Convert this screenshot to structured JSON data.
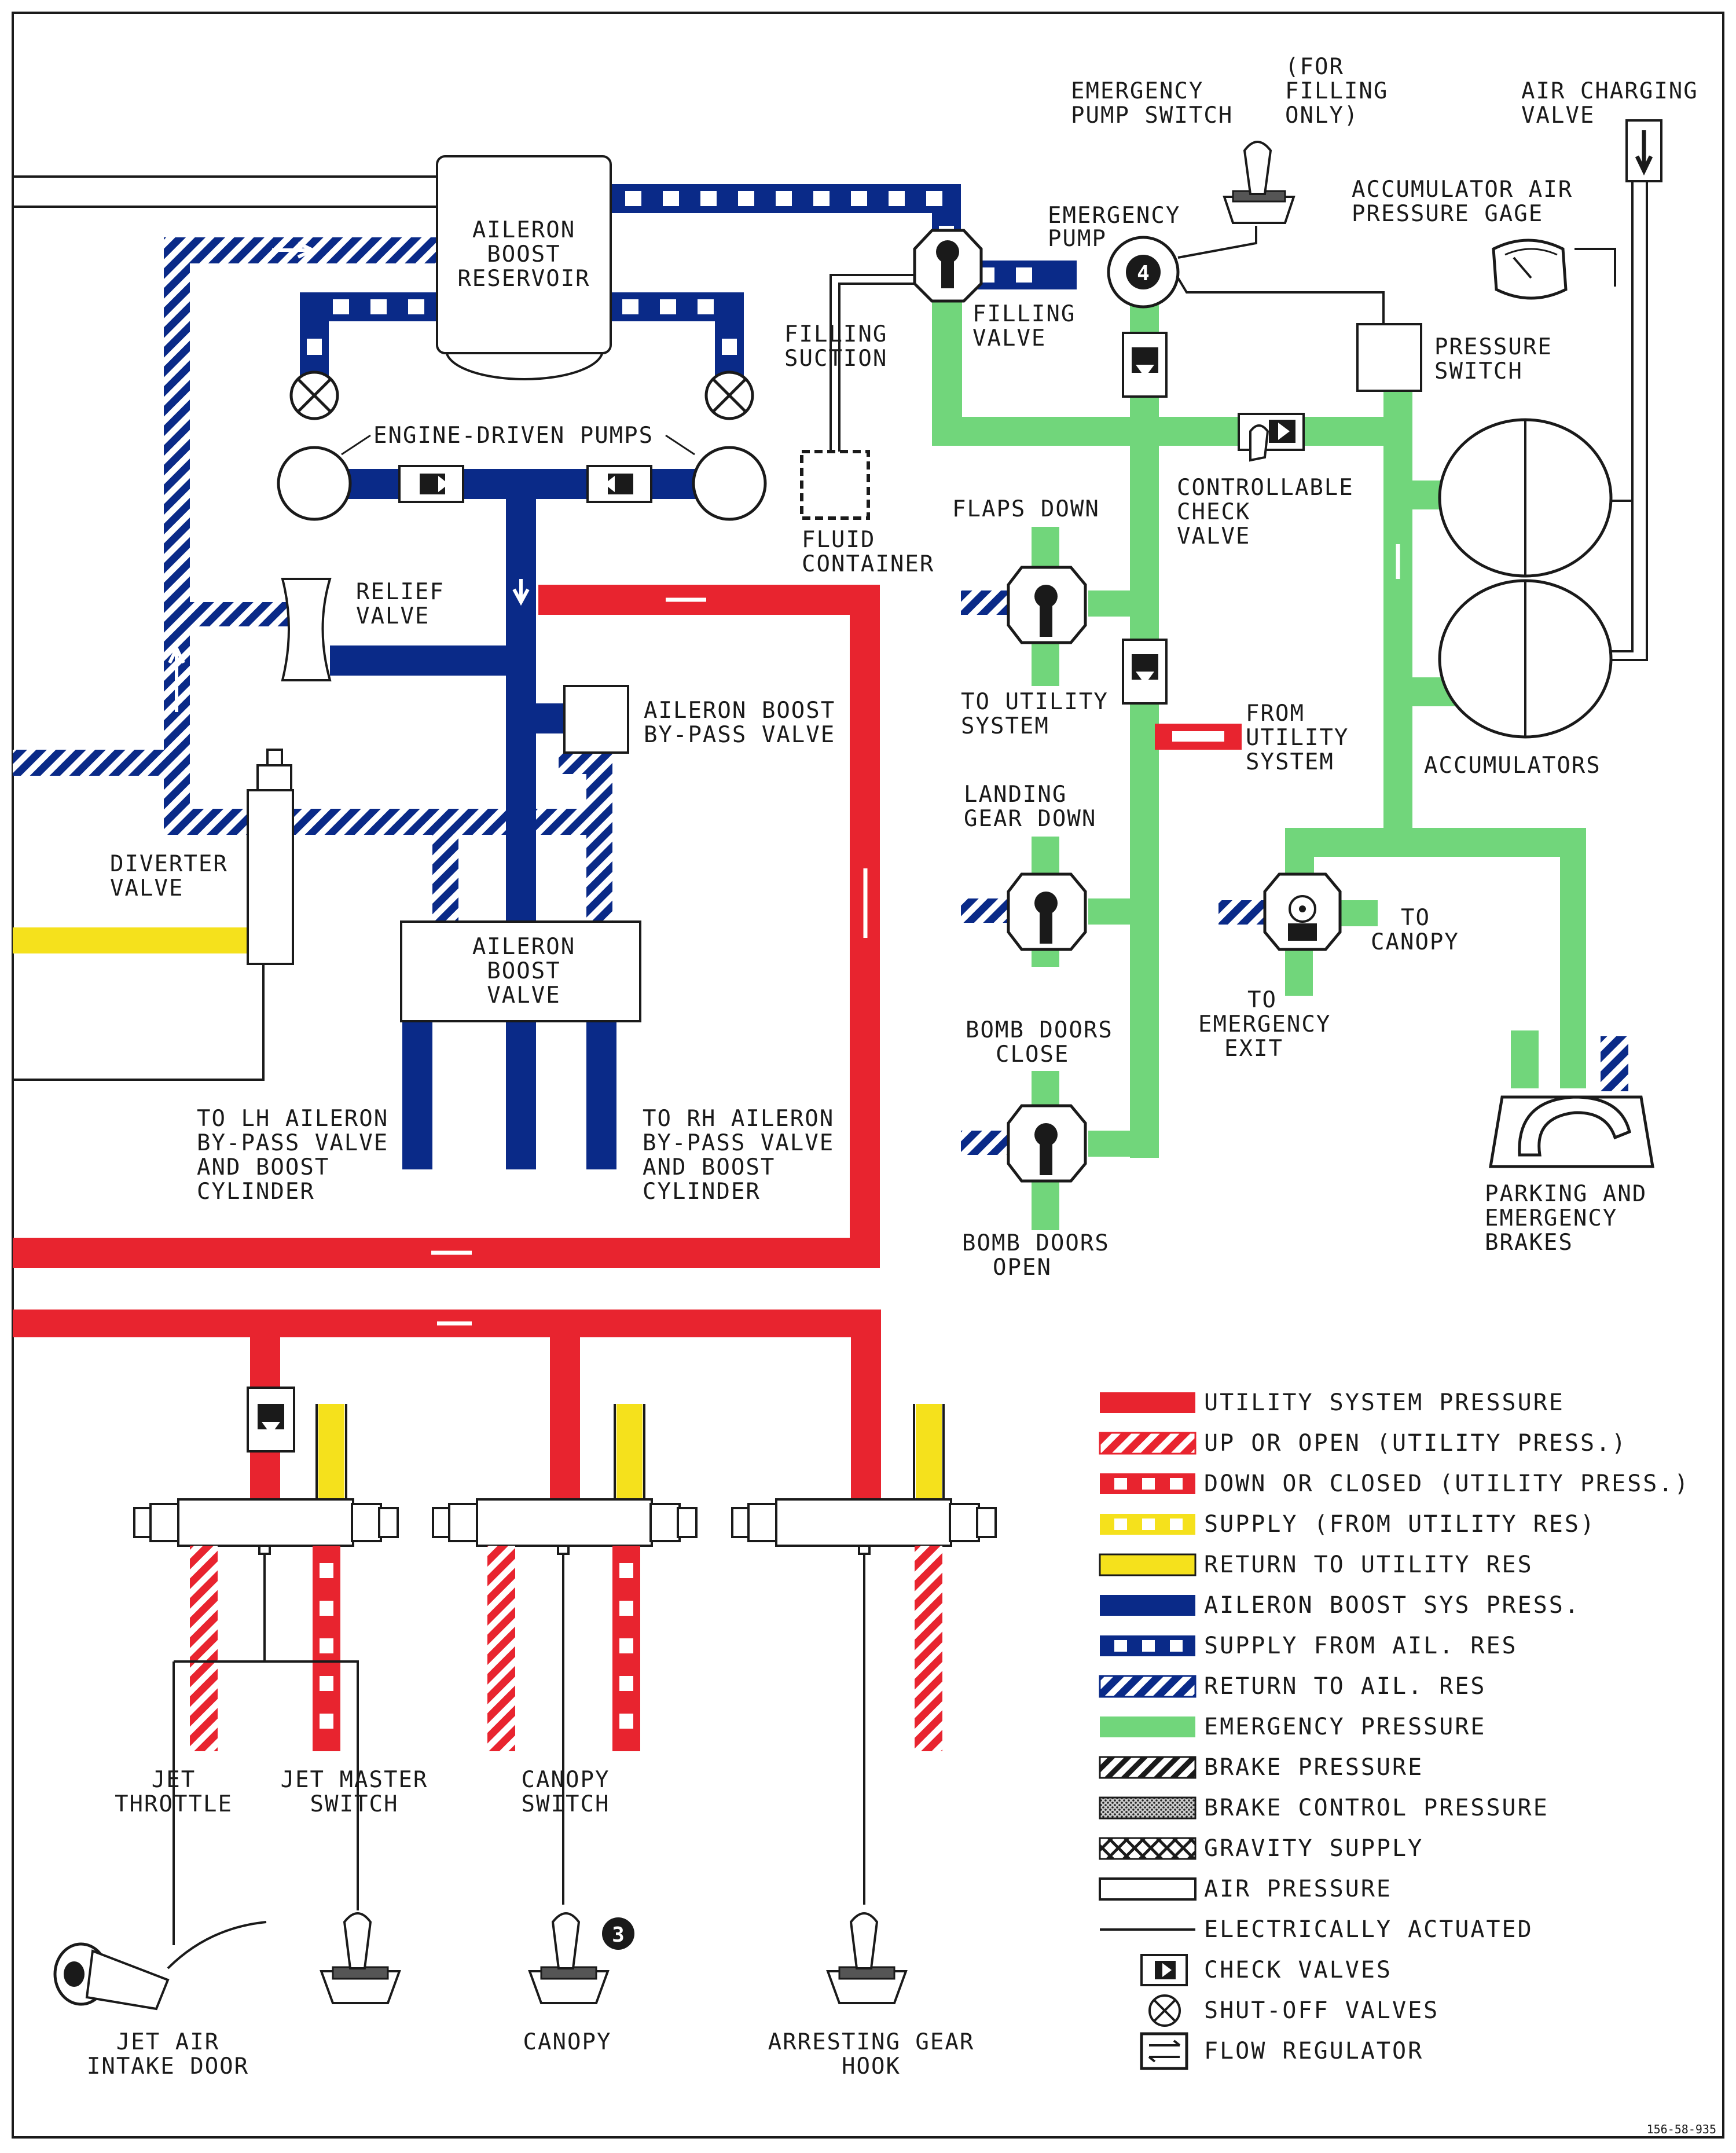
{
  "colors": {
    "utility_red": "#e8242f",
    "supply_yellow": "#f5e11c",
    "aileron_blue": "#0a2a88",
    "emergency_green": "#71d67b",
    "black": "#1a1a1a"
  },
  "labels": {
    "aileron_boost_reservoir": [
      "AILERON",
      "BOOST",
      "RESERVOIR"
    ],
    "engine_driven_pumps": "ENGINE-DRIVEN PUMPS",
    "relief_valve": [
      "RELIEF",
      "VALVE"
    ],
    "aileron_boost_bypass_valve": [
      "AILERON BOOST",
      "BY-PASS VALVE"
    ],
    "diverter_valve": [
      "DIVERTER",
      "VALVE"
    ],
    "aileron_boost_valve": [
      "AILERON",
      "BOOST",
      "VALVE"
    ],
    "to_lh_aileron": [
      "TO LH AILERON",
      "BY-PASS VALVE",
      "AND BOOST",
      "CYLINDER"
    ],
    "to_rh_aileron": [
      "TO RH AILERON",
      "BY-PASS VALVE",
      "AND BOOST",
      "CYLINDER"
    ],
    "filling_suction": [
      "FILLING",
      "SUCTION"
    ],
    "fluid_container": [
      "FLUID",
      "CONTAINER"
    ],
    "filling_valve": [
      "FILLING",
      "VALVE"
    ],
    "emergency_pump_switch": [
      "EMERGENCY",
      "PUMP SWITCH"
    ],
    "for_filling_only": [
      "(FOR",
      "FILLING",
      "ONLY)"
    ],
    "air_charging_valve": [
      "AIR CHARGING",
      "VALVE"
    ],
    "emergency_pump": [
      "EMERGENCY",
      "PUMP"
    ],
    "emergency_pump_number": "4",
    "accumulator_gage": [
      "ACCUMULATOR AIR",
      "PRESSURE GAGE"
    ],
    "pressure_switch": [
      "PRESSURE",
      "SWITCH"
    ],
    "controllable_check_valve": [
      "CONTROLLABLE",
      "CHECK",
      "VALVE"
    ],
    "flaps_down": "FLAPS DOWN",
    "to_utility_system": [
      "TO UTILITY",
      "SYSTEM"
    ],
    "from_utility_system": [
      "FROM",
      "UTILITY",
      "SYSTEM"
    ],
    "landing_gear_down": [
      "LANDING",
      "GEAR DOWN"
    ],
    "bomb_doors_close": [
      "BOMB DOORS",
      "CLOSE"
    ],
    "bomb_doors_open": [
      "BOMB DOORS",
      "OPEN"
    ],
    "accumulators": "ACCUMULATORS",
    "to_canopy": [
      "TO",
      "CANOPY"
    ],
    "to_emergency_exit": [
      "TO",
      "EMERGENCY",
      "EXIT"
    ],
    "parking_brakes": [
      "PARKING AND",
      "EMERGENCY",
      "BRAKES"
    ],
    "jet_throttle": [
      "JET",
      "THROTTLE"
    ],
    "jet_master_switch": [
      "JET MASTER",
      "SWITCH"
    ],
    "canopy_switch": [
      "CANOPY",
      "SWITCH"
    ],
    "jet_air_intake_door": [
      "JET AIR",
      "INTAKE DOOR"
    ],
    "canopy": "CANOPY",
    "canopy_number": "3",
    "arresting_gear_hook": [
      "ARRESTING GEAR",
      "HOOK"
    ],
    "figure_code": "156-58-935"
  },
  "legend": [
    {
      "label": "UTILITY SYSTEM PRESSURE",
      "swatch": "red-solid"
    },
    {
      "label": "UP OR OPEN (UTILITY PRESS.)",
      "swatch": "red-hatch"
    },
    {
      "label": "DOWN OR CLOSED (UTILITY PRESS.)",
      "swatch": "red-dash"
    },
    {
      "label": "SUPPLY (FROM UTILITY RES)",
      "swatch": "yellow-dash"
    },
    {
      "label": "RETURN TO UTILITY RES",
      "swatch": "yellow-solid"
    },
    {
      "label": "AILERON BOOST SYS PRESS.",
      "swatch": "blue-solid"
    },
    {
      "label": "SUPPLY FROM AIL. RES",
      "swatch": "blue-dash"
    },
    {
      "label": "RETURN TO AIL. RES",
      "swatch": "blue-hatch"
    },
    {
      "label": "EMERGENCY PRESSURE",
      "swatch": "green-solid"
    },
    {
      "label": "BRAKE PRESSURE",
      "swatch": "black-hatch"
    },
    {
      "label": "BRAKE CONTROL PRESSURE",
      "swatch": "stipple"
    },
    {
      "label": "GRAVITY SUPPLY",
      "swatch": "cross"
    },
    {
      "label": "AIR PRESSURE",
      "swatch": "outline"
    },
    {
      "label": "ELECTRICALLY ACTUATED",
      "swatch": "line"
    },
    {
      "label": "CHECK VALVES",
      "swatch": "check-icon"
    },
    {
      "label": "SHUT-OFF VALVES",
      "swatch": "shutoff-icon"
    },
    {
      "label": "FLOW REGULATOR",
      "swatch": "flow-icon"
    }
  ]
}
